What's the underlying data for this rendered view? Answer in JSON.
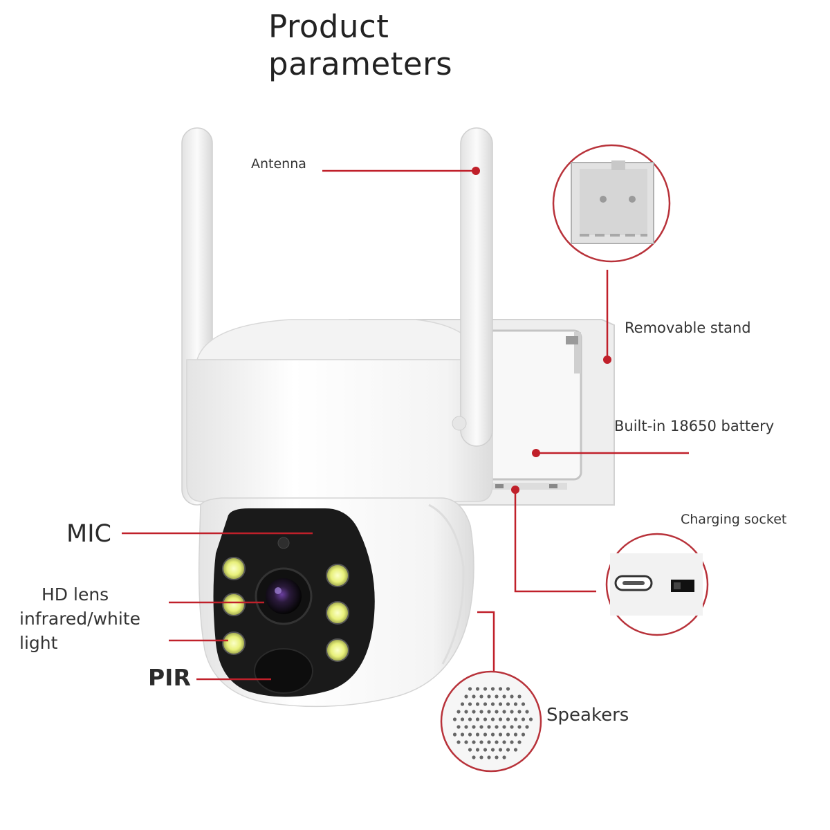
{
  "title": {
    "line1": "Product",
    "line2": "parameters"
  },
  "labels": {
    "antenna": "Antenna",
    "removable_stand": "Removable stand",
    "battery": "Built-in 18650 battery",
    "charging_socket": "Charging socket",
    "mic": "MIC",
    "hd_lens": "HD lens",
    "infrared_line1": "infrared/white",
    "infrared_line2": "light",
    "pir": "PIR",
    "speakers": "Speakers"
  },
  "colors": {
    "callout": "#c0202a",
    "callout_circle": "#b8323a",
    "camera_body": "#f7f7f7",
    "camera_face": "#1a1a1a",
    "led": "#e8f07a"
  }
}
